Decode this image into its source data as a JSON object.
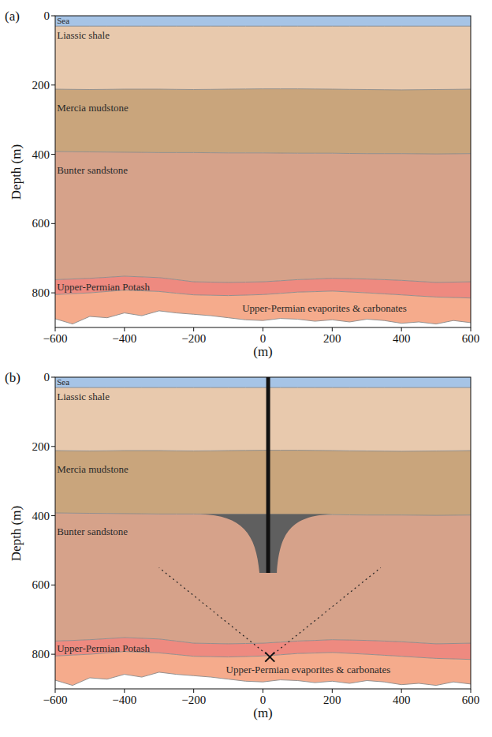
{
  "diagram": {
    "nodes": [
      {
        "text": [
          "Sea"
        ]
      },
      {
        "text": [
          "Liassic shale"
        ]
      },
      {
        "text": [
          "Mercia mudstone"
        ]
      },
      {
        "text": [
          "Bunter sandstone"
        ]
      },
      {
        "text": [
          "Upper-Permian Potash"
        ]
      },
      {
        "text": [
          "Upper-Permian evaporites & carbonates"
        ]
      },
      {
        "text": [
          "Sea"
        ]
      },
      {
        "text": [
          "Liassic shale"
        ]
      },
      {
        "text": [
          "Mercia mudstone"
        ]
      },
      {
        "text": [
          "Bunter sandstone"
        ]
      },
      {
        "text": [
          "Upper-Permian Potash"
        ]
      },
      {
        "text": [
          "Upper-Permian evaporites & carbonates"
        ]
      }
    ],
    "labels": [
      "(a)",
      "0",
      "200",
      "400",
      "600",
      "800",
      "Depth (m)",
      "−600",
      "−400",
      "−200",
      "0",
      "200",
      "400",
      "600",
      "(m)",
      "(b)",
      "0",
      "200",
      "400",
      "600",
      "800",
      "Depth (m)",
      "−600",
      "−400",
      "−200",
      "0",
      "200",
      "400",
      "600",
      "(m)"
    ]
  }
}
